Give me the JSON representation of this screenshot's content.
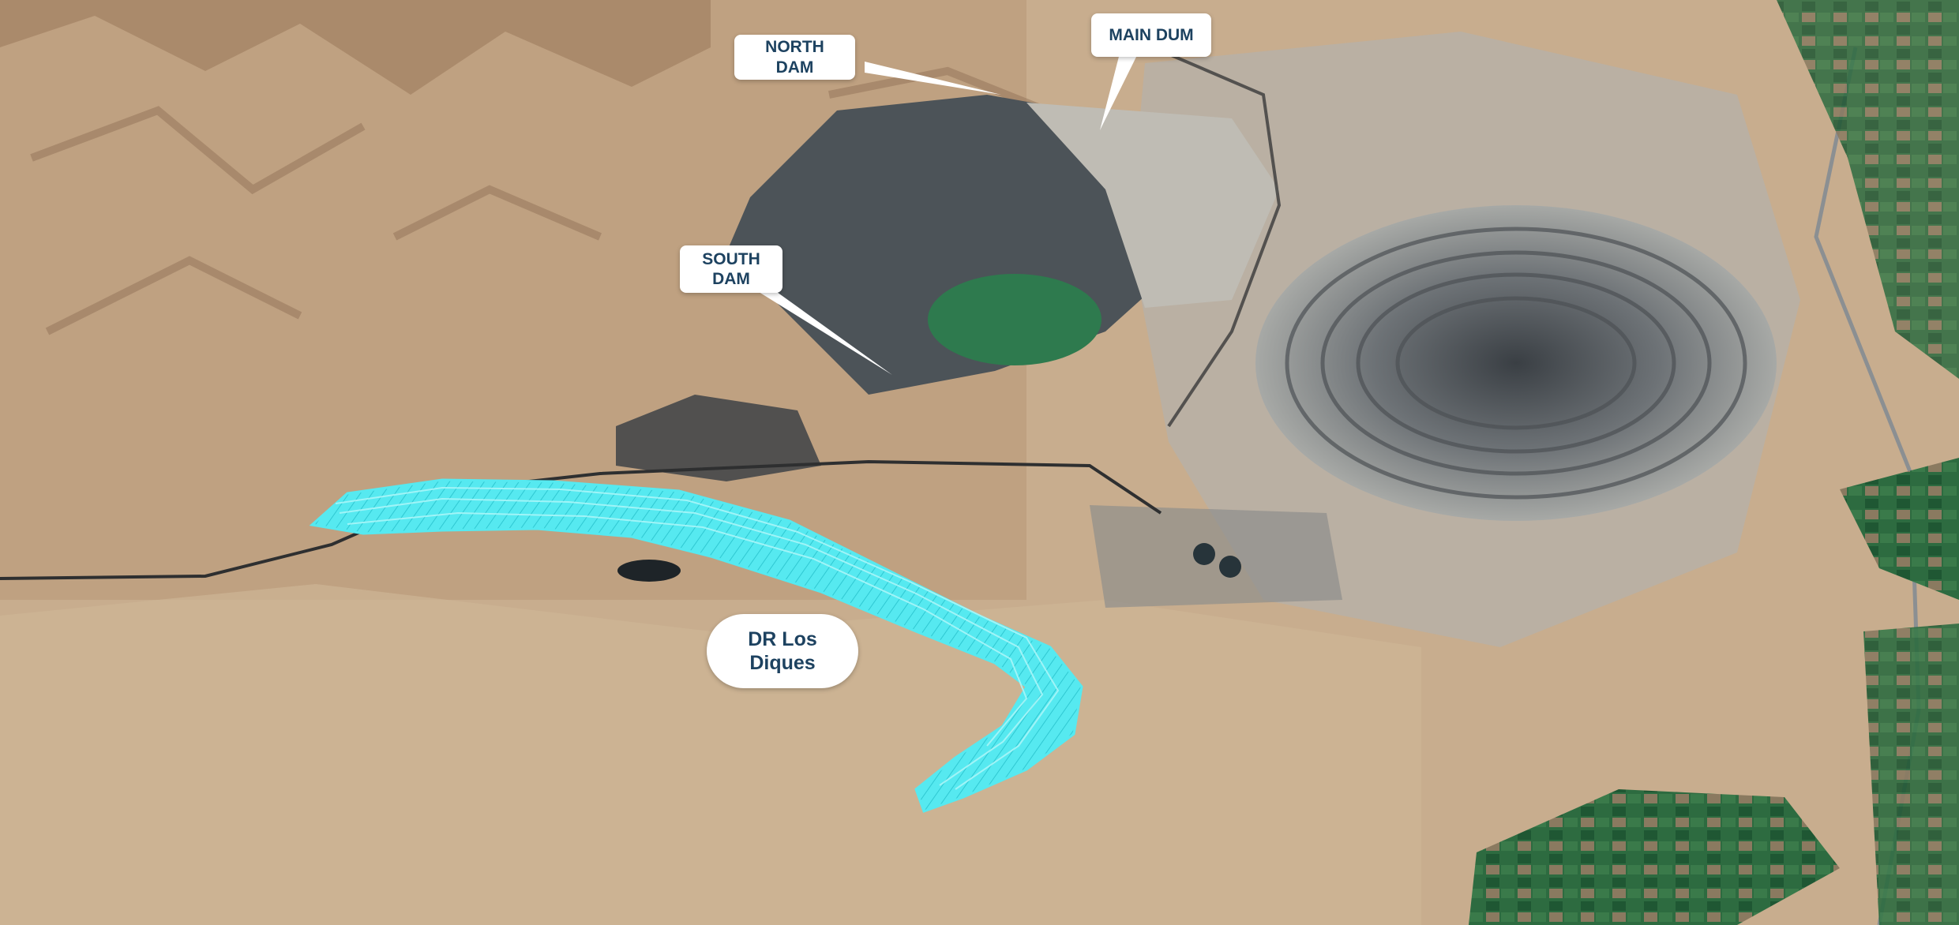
{
  "map": {
    "view": "oblique satellite view of an open-pit mine site",
    "colors": {
      "terrain": "#c8ad8e",
      "terrain_dark": "#a08366",
      "tailings_dark": "#4c5358",
      "tailings_pond": "#2e7a4e",
      "pit_grey": "#9aa0a2",
      "dump_grey": "#bfbcb4",
      "dr_highlight": "#56e9f0",
      "vegetation": "#25613a",
      "callout_text": "#1d4260",
      "callout_bg": "#ffffff"
    }
  },
  "labels": {
    "north_dam": "NORTH\nDAM",
    "main_dum": "MAIN DUM",
    "south_dam": "SOUTH\nDAM",
    "dr_los_diques": "DR Los\nDiques"
  }
}
